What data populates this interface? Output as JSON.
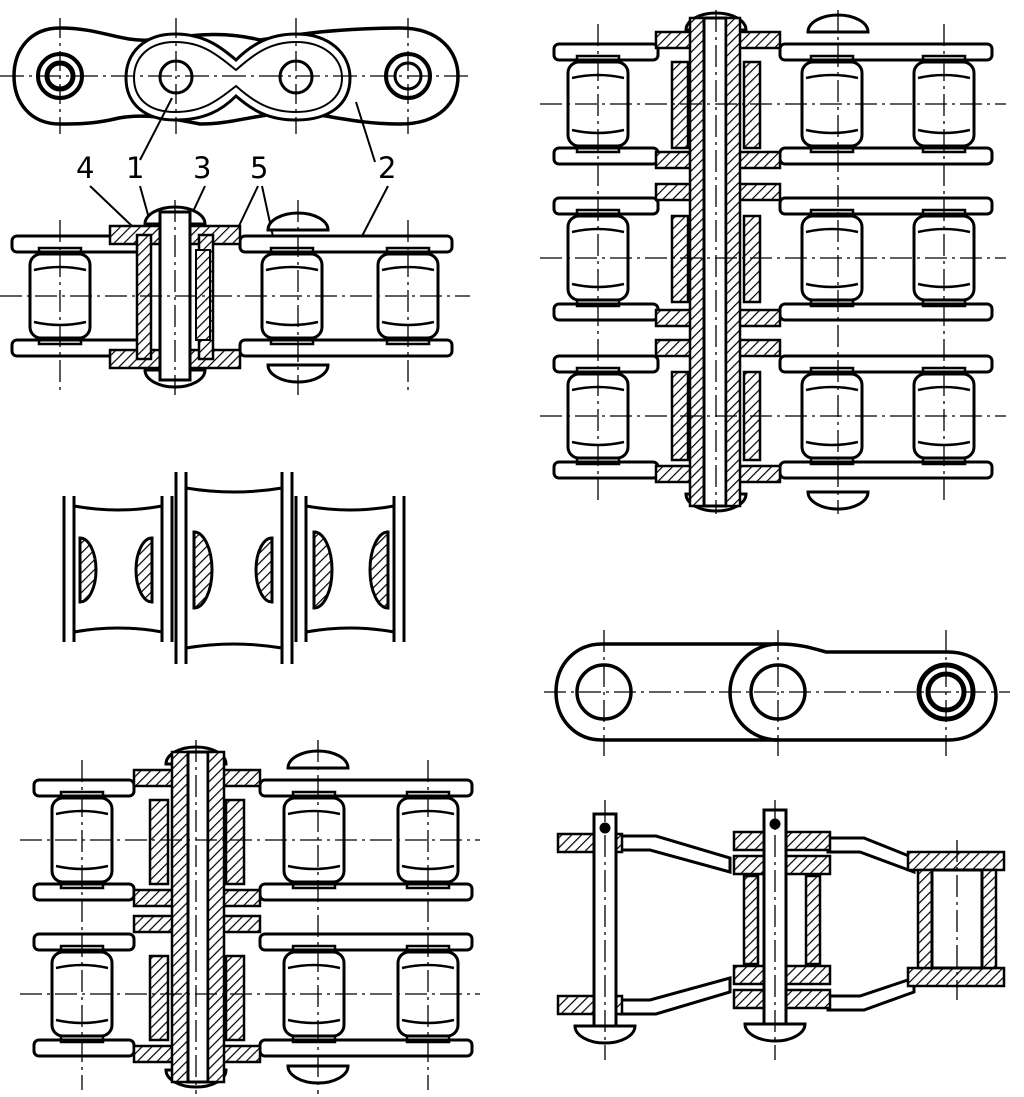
{
  "callouts": {
    "label_1": "1",
    "label_2a": "2",
    "label_2b": "2",
    "label_3": "3",
    "label_4": "4",
    "label_5": "5"
  },
  "colors": {
    "ink": "#000000",
    "paper": "#ffffff"
  },
  "figures": [
    "simple-chain-side-view",
    "simple-chain-top-section",
    "bush-roller-section",
    "duplex-chain-section",
    "triplex-chain-section",
    "cranked-link-side-view",
    "cranked-link-section"
  ]
}
